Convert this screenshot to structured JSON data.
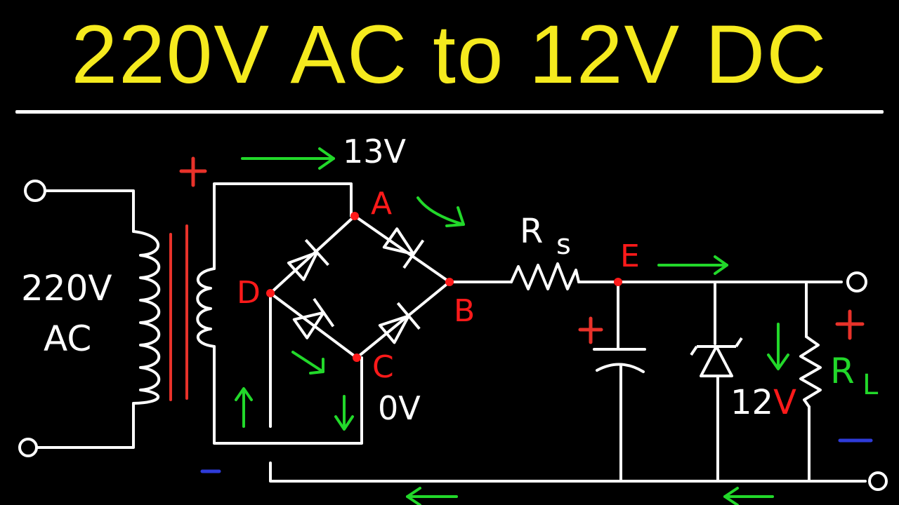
{
  "title": "220V AC to 12V DC",
  "labels": {
    "input_voltage": "220V",
    "input_type": "AC",
    "secondary_voltage": "13V",
    "ground_voltage": "0V",
    "node_a": "A",
    "node_b": "B",
    "node_c": "C",
    "node_d": "D",
    "node_e": "E",
    "series_resistor_main": "R",
    "series_resistor_sub": "s",
    "load_resistor_main": "R",
    "load_resistor_sub": "L",
    "zener_voltage_num": "12",
    "zener_voltage_unit": "V",
    "plus": "+",
    "minus": "–"
  },
  "colors": {
    "background": "#000000",
    "title": "#f5ea1e",
    "wire": "#ffffff",
    "node": "#ff1a1a",
    "transformer_core": "#e8322a",
    "arrow": "#22d82a",
    "plus": "#e8322a",
    "minus": "#2e3bd9"
  }
}
